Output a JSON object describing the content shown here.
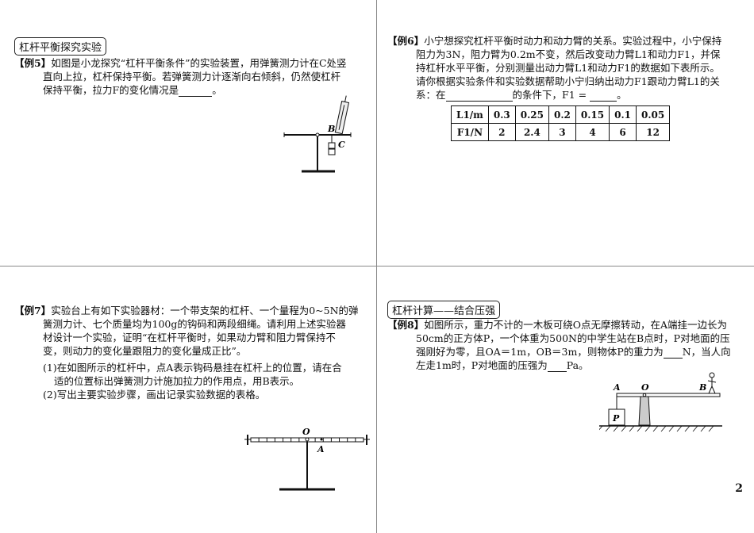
{
  "section1": {
    "title": "杠杆平衡探究实验"
  },
  "q5": {
    "tag": "【例5】",
    "lines": [
      "如图是小龙探究“杠杆平衡条件”的实验装置，用弹簧测力计在C处竖",
      "直向上拉，杠杆保持平衡。若弹簧测力计逐渐向右倾斜，仍然使杠杆",
      "保持平衡，拉力F的变化情况是"
    ],
    "end": "。",
    "figure": {
      "label_b": "B",
      "label_c": "C"
    }
  },
  "q6": {
    "tag": "【例6】",
    "lines": [
      "小宁想探究杠杆平衡时动力和动力臂的关系。实验过程中，小宁保持",
      "阻力为3N，阻力臂为0.2m不变，然后改变动力臂L1和动力F1，并保",
      "持杠杆水平平衡，分别测量出动力臂L1和动力F1的数据如下表所示。",
      "请你根据实验条件和实验数据帮助小宁归纳出动力F1跟动力臂L1的关"
    ],
    "last_prefix": "系：在",
    "last_mid": "的条件下，F1 =",
    "last_end": "。",
    "table": {
      "row1_header": "L1/m",
      "row1": [
        "0.3",
        "0.25",
        "0.2",
        "0.15",
        "0.1",
        "0.05"
      ],
      "row2_header": "F1/N",
      "row2": [
        "2",
        "2.4",
        "3",
        "4",
        "6",
        "12"
      ]
    }
  },
  "q7": {
    "tag": "【例7】",
    "lines": [
      "实验台上有如下实验器材：一个带支架的杠杆、一个量程为0~5N的弹",
      "簧测力计、七个质量均为100g的钩码和两段细绳。请利用上述实验器",
      "材设计一个实验，证明“在杠杆平衡时，如果动力臂和阻力臂保持不",
      "变，则动力的变化量跟阻力的变化量成正比”。"
    ],
    "sub1_a": "(1)在如图所示的杠杆中，点A表示钩码悬挂在杠杆上的位置，请在合",
    "sub1_b": "适的位置标出弹簧测力计施加拉力的作用点，用B表示。",
    "sub2": "(2)写出主要实验步骤，画出记录实验数据的表格。",
    "figure": {
      "label_o": "O",
      "label_a": "A"
    }
  },
  "section2": {
    "title": "杠杆计算——结合压强"
  },
  "q8": {
    "tag": "【例8】",
    "lines": [
      "如图所示，重力不计的一木板可绕O点无摩擦转动，在A端挂一边长为",
      "50cm的正方体P，一个体重为500N的中学生站在B点时，P对地面的压",
      "强刚好为零，且OA＝1m，OB＝3m，则物体P的重力为"
    ],
    "line3_mid": "N，当人向",
    "line4_prefix": "左走1m时，P对地面的压强为",
    "line4_end": "Pa。",
    "figure": {
      "label_a": "A",
      "label_o": "O",
      "label_b": "B",
      "label_p": "P"
    }
  },
  "page_number": "2"
}
